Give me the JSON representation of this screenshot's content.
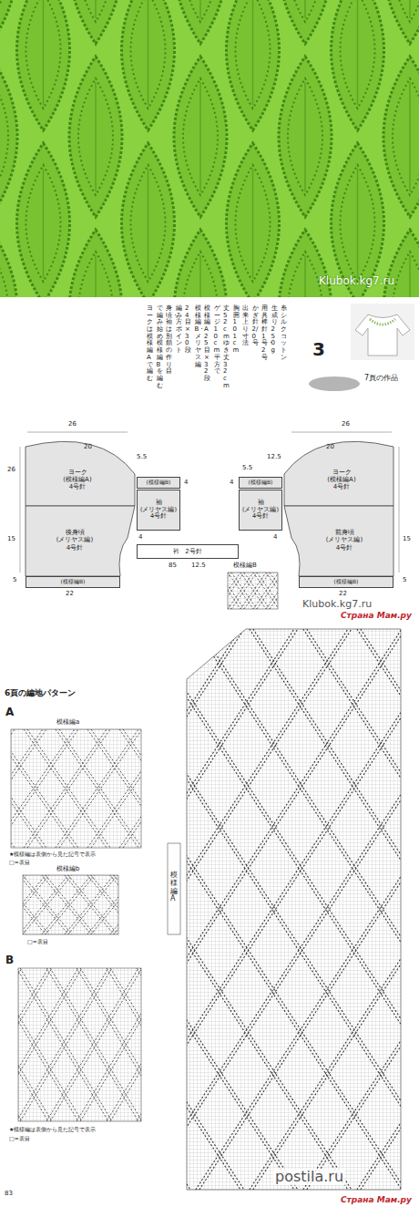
{
  "diagram": {
    "nodes": [
      {
        "text": [
          "ヨーク",
          "(模様編A)",
          "4号針"
        ]
      },
      {
        "text": [
          "(模様編B)"
        ]
      },
      {
        "text": [
          "袖",
          "(メリヤス編)",
          "4号針"
        ]
      },
      {
        "text": [
          "後身頃",
          "(メリヤス編)",
          "4号針"
        ]
      },
      {
        "text": [
          "(模様編B)"
        ]
      },
      {
        "text": [
          "衿",
          "2号針"
        ]
      },
      {
        "text": [
          "ヨーク",
          "(模様編A)",
          "4号針"
        ]
      },
      {
        "text": [
          "(模様編B)"
        ]
      },
      {
        "text": [
          "袖",
          "(メリヤス編)",
          "4号針"
        ]
      },
      {
        "text": [
          "前身頃",
          "(メリヤス編)",
          "4号針"
        ]
      },
      {
        "text": [
          "(模様編B)"
        ]
      }
    ],
    "labels": [
      "Klubok.kg7.ru",
      "糸　シルクコットン",
      "生成り250g",
      "用具　棒針1号・2号",
      "かぎ針2/0号",
      "出来上り寸法",
      "胸囲101cm",
      "丈52cm ゆき丈32cm",
      "ゲージ 10cm平方で",
      "模様編A25目×32段",
      "模様編B・メリヤス編",
      "24目×30段",
      "編み方ポイント",
      "身頃・袖は別鎖の作り目",
      "で編み始め模様編Bを編む",
      "ヨークは模様編Aで編む",
      "3",
      "7頁の作品",
      "26",
      "20",
      "5.5",
      "26",
      "4",
      "4",
      "15",
      "5",
      "22",
      "26",
      "20",
      "12.5",
      "5.5",
      "4",
      "4",
      "15",
      "5",
      "22",
      "85",
      "12.5",
      "模様編B",
      "Klubok.kg7.ru",
      "Страна Мам.ру",
      "6頁の編地パターン",
      "A",
      "模様編a",
      "★模様編は表側から見た記号で表示",
      "□=表目",
      "模様編b",
      "□=表目",
      "B",
      "★模様編は表側から見た記号で表示",
      "□=表目",
      "83",
      "模様編A",
      "postila.ru",
      "Страна Мам.ру"
    ]
  }
}
